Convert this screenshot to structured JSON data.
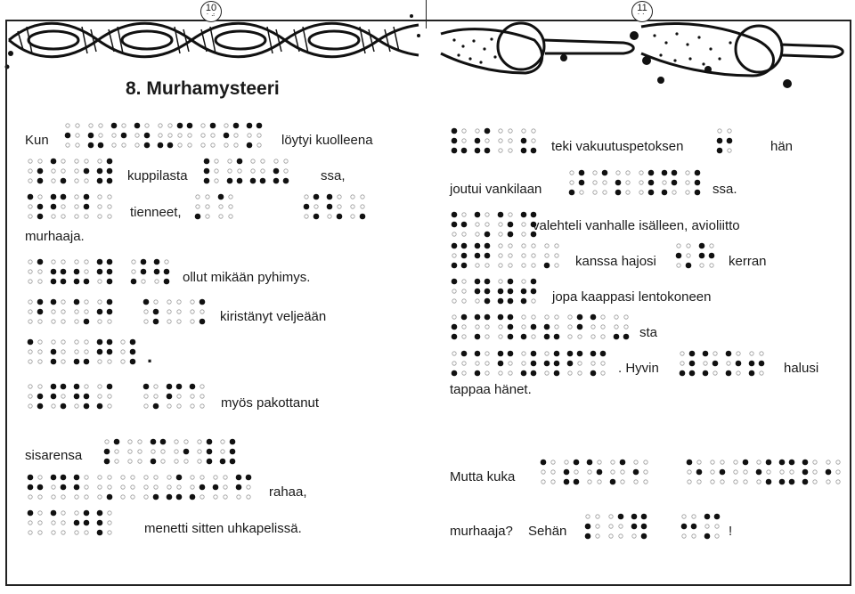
{
  "pages": {
    "left": "10",
    "right": "11"
  },
  "left": {
    "title": "8. Murhamysteeri",
    "words": {
      "kun": "Kun",
      "loytyi": "löytyi kuolleena",
      "kuppilasta": "kuppilasta",
      "ssa1": "ssa,",
      "tienneet": "tienneet,",
      "murhaaja": "murhaaja.",
      "ollut": "ollut mikään pyhimys.",
      "kiristanyt": "kiristänyt veljeään",
      "dot": ".",
      "myos": "myös pakottanut",
      "sisarensa": "sisarensa",
      "rahaa": "rahaa,",
      "menetti": "menetti sitten uhkapelissä."
    }
  },
  "right": {
    "words": {
      "teki": "teki vakuutuspetoksen",
      "han": "hän",
      "joutui": "joutui vankilaan",
      "ssa2": "ssa.",
      "valehteli": "valehteli vanhalle isälleen, avioliitto",
      "kanssa": "kanssa hajosi",
      "kerran": "kerran",
      "jopa": "jopa kaappasi lentokoneen",
      "sta": "sta",
      "hyvin": ". Hyvin",
      "halusi": "halusi",
      "tappaa": "tappaa hänet.",
      "mutta": "Mutta kuka",
      "murhaaja2": "murhaaja?",
      "sehan": "Sehän",
      "excl": "!"
    }
  }
}
